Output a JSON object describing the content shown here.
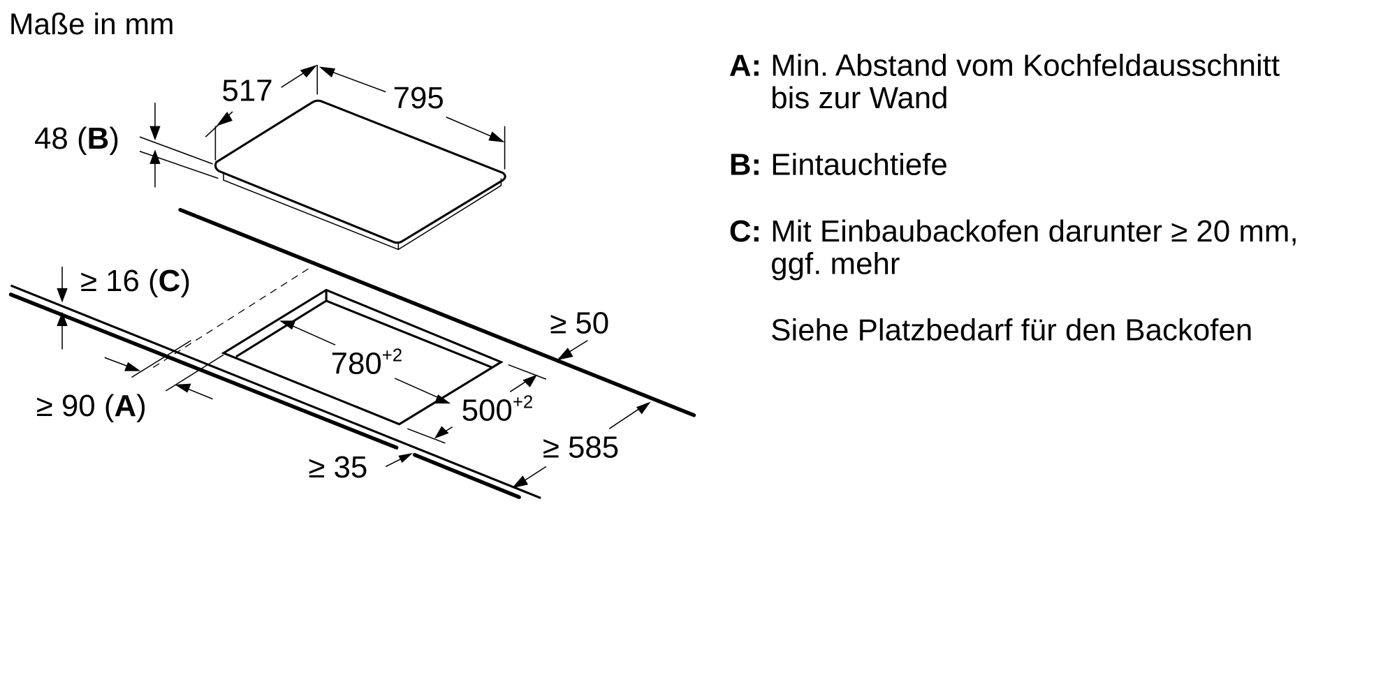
{
  "title": "Maße in mm",
  "dimensions": {
    "hob_depth": "517",
    "hob_width": "795",
    "hob_height": "48",
    "hob_height_ref": "B",
    "worktop_thickness_prefix": "≥ 16",
    "worktop_thickness_ref": "C",
    "cutout_width": "780",
    "cutout_width_tol": "+2",
    "cutout_depth": "500",
    "cutout_depth_tol": "+2",
    "rear_clearance": "≥ 50",
    "front_clearance": "≥ 35",
    "worktop_depth": "≥ 585",
    "side_clearance_prefix": "≥ 90",
    "side_clearance_ref": "A"
  },
  "legend": [
    {
      "key": "A:",
      "lines": [
        "Min. Abstand vom Kochfeldausschnitt",
        "bis zur Wand"
      ]
    },
    {
      "key": "B:",
      "lines": [
        "Eintauchtiefe"
      ]
    },
    {
      "key": "C:",
      "lines": [
        "Mit Einbaubackofen darunter ≥ 20 mm,",
        "ggf. mehr"
      ]
    },
    {
      "key": "",
      "lines": [
        "Siehe Platzbedarf für den Backofen"
      ]
    }
  ],
  "colors": {
    "line": "#000000",
    "background": "#ffffff"
  }
}
